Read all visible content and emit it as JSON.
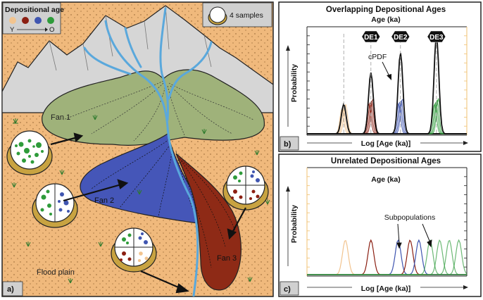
{
  "panel_a": {
    "label": "a)",
    "legend": {
      "title": "Depositional age",
      "young": "Y",
      "old": "O"
    },
    "samples_key": "4 samples",
    "fans": [
      "Fan 1",
      "Fan 2",
      "Fan 3"
    ],
    "flood_plain": "Flood plain"
  },
  "panel_b": {
    "label": "b)",
    "title": "Overlapping Depositional Ages",
    "top_axis": "Age (ka)",
    "ylabel": "Probability",
    "xlabel": "Log [Age (ka)]",
    "events": [
      "DE1",
      "DE2",
      "DE3"
    ],
    "annotation": "cPDF"
  },
  "panel_c": {
    "label": "c)",
    "title": "Unrelated Depositional Ages",
    "top_axis": "Age (ka)",
    "ylabel": "Probability",
    "xlabel": "Log [Age (ka)]",
    "annotation": "Subpopulations"
  },
  "colors": {
    "youngest": "#f2c48f",
    "young": "#8b1f12",
    "old": "#3f55b0",
    "oldest": "#2e9b3a",
    "green_fan": "#9fb27a",
    "blue_fan": "#4556b8",
    "red_fan": "#8e2a16",
    "sand": "#f0b97c",
    "mountain": "#d6d6d6",
    "river": "#5aa8dc"
  },
  "chart_data": [
    {
      "type": "line",
      "panel": "b",
      "series_colors": [
        "#f2c48f",
        "#8b1f12",
        "#3f55b0",
        "#2e9b3a",
        "#111111"
      ],
      "peaks": [
        {
          "x": 0.23,
          "amp": 0.3,
          "color": "youngest",
          "label": ""
        },
        {
          "x": 0.4,
          "amp": 0.36,
          "color": "young",
          "label": "DE1"
        },
        {
          "x": 0.585,
          "amp": 0.36,
          "color": "old",
          "label": "DE2"
        },
        {
          "x": 0.81,
          "amp": 0.36,
          "color": "oldest",
          "label": "DE3"
        }
      ],
      "cpdf_peaks": [
        0.3,
        0.62,
        0.82,
        1.0
      ]
    },
    {
      "type": "line",
      "panel": "c",
      "peaks": [
        {
          "x": 0.24,
          "amp": 0.35,
          "color": "youngest"
        },
        {
          "x": 0.4,
          "amp": 0.35,
          "color": "young"
        },
        {
          "x": 0.57,
          "amp": 0.35,
          "color": "old"
        },
        {
          "x": 0.645,
          "amp": 0.35,
          "color": "young"
        },
        {
          "x": 0.7,
          "amp": 0.35,
          "color": "old"
        },
        {
          "x": 0.77,
          "amp": 0.35,
          "color": "oldest"
        },
        {
          "x": 0.83,
          "amp": 0.35,
          "color": "oldest"
        },
        {
          "x": 0.89,
          "amp": 0.35,
          "color": "oldest"
        },
        {
          "x": 0.95,
          "amp": 0.35,
          "color": "oldest"
        }
      ]
    }
  ]
}
